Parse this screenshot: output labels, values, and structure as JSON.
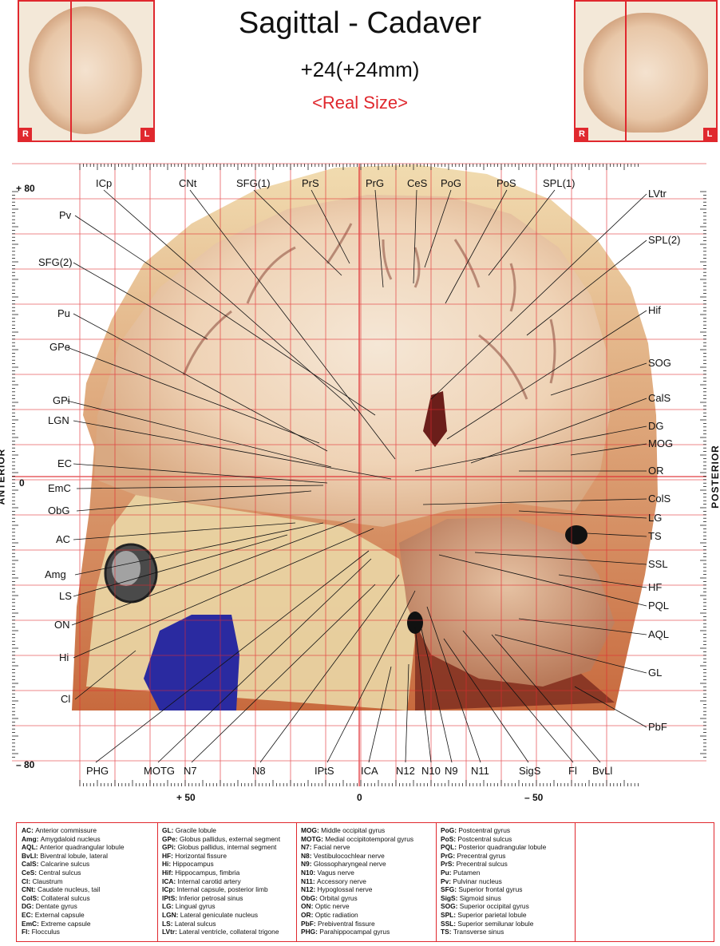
{
  "header": {
    "title": "Sagittal - Cadaver",
    "subtitle": "+24(+24mm)",
    "size_note": "<Real Size>"
  },
  "thumbnails": {
    "left_tag": "R",
    "right_tag": "L"
  },
  "axes": {
    "y_top": "+ 80",
    "y_zero": "0",
    "y_bottom": "– 80",
    "x_left": "+ 50",
    "x_zero": "0",
    "x_right": "– 50",
    "side_left": "ANTERIOR",
    "side_right": "POSTERIOR"
  },
  "labels": {
    "top": [
      "ICp",
      "CNt",
      "SFG(1)",
      "PrS",
      "PrG",
      "CeS",
      "PoG",
      "PoS",
      "SPL(1)"
    ],
    "left": [
      "Pv",
      "SFG(2)",
      "Pu",
      "GPe",
      "GPi",
      "LGN",
      "EC",
      "EmC",
      "ObG",
      "AC",
      "Amg",
      "LS",
      "ON",
      "Hi",
      "Cl"
    ],
    "right": [
      "LVtr",
      "SPL(2)",
      "Hif",
      "SOG",
      "CalS",
      "DG",
      "MOG",
      "OR",
      "ColS",
      "LG",
      "TS",
      "SSL",
      "HF",
      "PQL",
      "AQL",
      "GL",
      "PbF"
    ],
    "bottom": [
      "PHG",
      "MOTG",
      "N7",
      "N8",
      "IPtS",
      "ICA",
      "N12",
      "N10",
      "N9",
      "N11",
      "SigS",
      "Fl",
      "BvLl"
    ]
  },
  "legend": {
    "columns": [
      [
        [
          "AC:",
          "Anterior commissure"
        ],
        [
          "Amg:",
          "Amygdaloid nucleus"
        ],
        [
          "AQL:",
          "Anterior quadrangular lobule"
        ],
        [
          "BvLl:",
          "Biventral lobule, lateral"
        ],
        [
          "CalS:",
          "Calcarine sulcus"
        ],
        [
          "CeS:",
          "Central sulcus"
        ],
        [
          "Cl:",
          "Claustrum"
        ],
        [
          "CNt:",
          "Caudate nucleus, tail"
        ],
        [
          "ColS:",
          "Collateral sulcus"
        ],
        [
          "DG:",
          "Dentate gyrus"
        ],
        [
          "EC:",
          "External capsule"
        ],
        [
          "EmC:",
          "Extreme capsule"
        ],
        [
          "Fl:",
          "Flocculus"
        ]
      ],
      [
        [
          "GL:",
          "Gracile lobule"
        ],
        [
          "GPe:",
          "Globus pallidus, external segment"
        ],
        [
          "GPi:",
          "Globus pallidus, internal segment"
        ],
        [
          "HF:",
          "Horizontal fissure"
        ],
        [
          "Hi:",
          "Hippocampus"
        ],
        [
          "Hif:",
          "Hippocampus, fimbria"
        ],
        [
          "ICA:",
          "Internal carotid artery"
        ],
        [
          "ICp:",
          "Internal capsule, posterior limb"
        ],
        [
          "IPtS:",
          "Inferior petrosal sinus"
        ],
        [
          "LG:",
          "Lingual gyrus"
        ],
        [
          "LGN:",
          "Lateral geniculate nucleus"
        ],
        [
          "LS:",
          "Lateral sulcus"
        ],
        [
          "LVtr:",
          "Lateral ventricle, collateral trigone"
        ]
      ],
      [
        [
          "MOG:",
          "Middle occipital gyrus"
        ],
        [
          "MOTG:",
          "Medial occipitotemporal gyrus"
        ],
        [
          "N7:",
          "Facial nerve"
        ],
        [
          "N8:",
          "Vestibulocochlear nerve"
        ],
        [
          "N9:",
          "Glossopharyngeal nerve"
        ],
        [
          "N10:",
          "Vagus nerve"
        ],
        [
          "N11:",
          "Accessory nerve"
        ],
        [
          "N12:",
          "Hypoglossal nerve"
        ],
        [
          "ObG:",
          "Orbital gyrus"
        ],
        [
          "ON:",
          "Optic nerve"
        ],
        [
          "OR:",
          "Optic radiation"
        ],
        [
          "PbF:",
          "Prebiventral fissure"
        ],
        [
          "PHG:",
          "Parahippocampal gyrus"
        ]
      ],
      [
        [
          "PoG:",
          "Postcentral gyrus"
        ],
        [
          "PoS:",
          "Postcentral sulcus"
        ],
        [
          "PQL:",
          "Posterior quadrangular lobule"
        ],
        [
          "PrG:",
          "Precentral gyrus"
        ],
        [
          "PrS:",
          "Precentral sulcus"
        ],
        [
          "Pu:",
          "Putamen"
        ],
        [
          "Pv:",
          "Pulvinar nucleus"
        ],
        [
          "SFG:",
          "Superior frontal gyrus"
        ],
        [
          "SigS:",
          "Sigmoid sinus"
        ],
        [
          "SOG:",
          "Superior occipital gyrus"
        ],
        [
          "SPL:",
          "Superior parietal lobule"
        ],
        [
          "SSL:",
          "Superior semilunar lobule"
        ],
        [
          "TS:",
          "Transverse sinus"
        ]
      ]
    ]
  },
  "colors": {
    "accent": "#e0282e",
    "tissue_light": "#f6e6cf",
    "tissue_dark": "#c98a5a"
  }
}
